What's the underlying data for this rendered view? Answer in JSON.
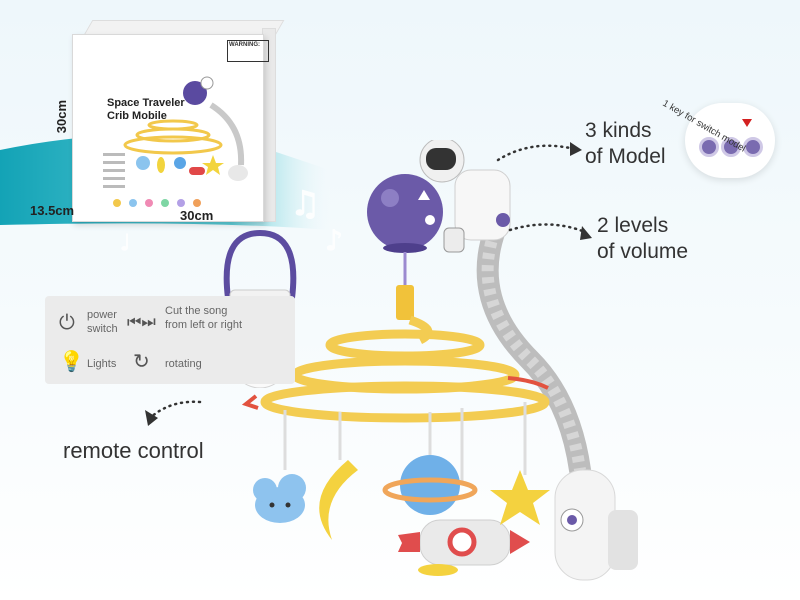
{
  "box": {
    "title": "Space Traveler Crib Mobile",
    "warning": "WARNING:",
    "height": "30cm",
    "depth": "13.5cm",
    "width": "30cm"
  },
  "callouts": {
    "models_line1": "3 kinds",
    "models_line2": "of Model",
    "volume_line1": "2 levels",
    "volume_line2": "of volume",
    "switch_note": "1 key for switch model",
    "remote": "remote control"
  },
  "legend": {
    "power": "power switch",
    "cut": "Cut the song from left or right",
    "lights": "Lights",
    "rotating": "rotating"
  },
  "colors": {
    "purple": "#6b5aa8",
    "yellow": "#f4c93d",
    "teal": "#1fa7b8",
    "grey_arm": "#bdbdbd"
  },
  "icons": [
    "power-icon",
    "skip-icon",
    "bulb-icon",
    "rotate-icon"
  ]
}
